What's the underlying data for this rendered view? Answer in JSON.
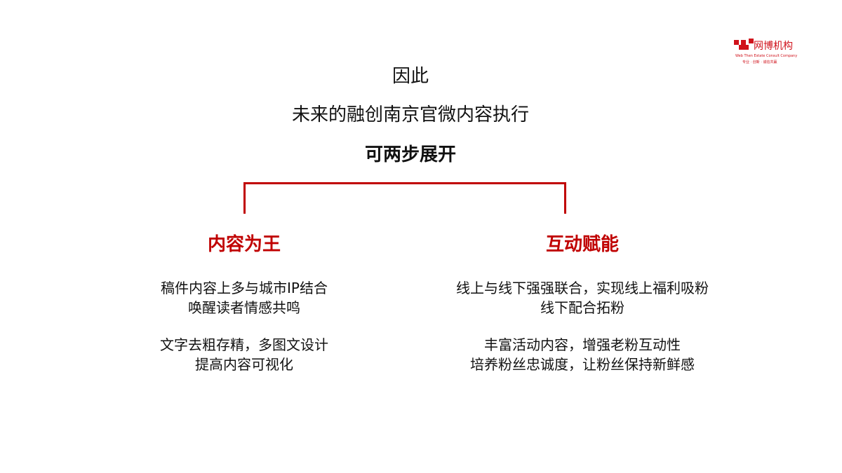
{
  "logo": {
    "name": "网博机构",
    "tagline": "Web Then Estate Consult Company",
    "motto": "专业 · 创新 · 诚信共赢",
    "color": "#d0121b"
  },
  "title": {
    "line1": "因此",
    "line2": "未来的融创南京官微内容执行",
    "line3": "可两步展开"
  },
  "accent_color": "#c00000",
  "branches": [
    {
      "heading": "内容为王",
      "paragraphs": [
        [
          "稿件内容上多与城市IP结合",
          "唤醒读者情感共鸣"
        ],
        [
          "文字去粗存精，多图文设计",
          "提高内容可视化"
        ]
      ]
    },
    {
      "heading": "互动赋能",
      "paragraphs": [
        [
          "线上与线下强强联合，实现线上福利吸粉",
          "线下配合拓粉"
        ],
        [
          "丰富活动内容，增强老粉互动性",
          "培养粉丝忠诚度，让粉丝保持新鲜感"
        ]
      ]
    }
  ]
}
